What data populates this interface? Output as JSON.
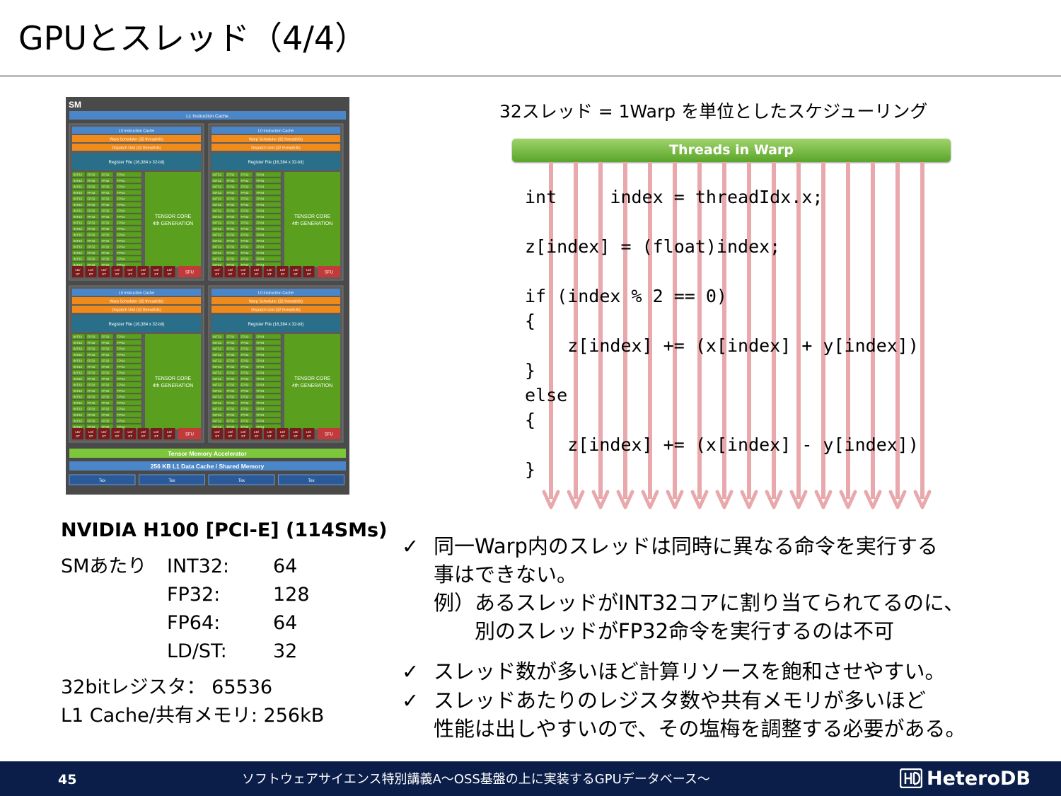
{
  "slide": {
    "title": "GPUとスレッド（4/4）",
    "page_number": "45",
    "footer_text": "ソフトウェアサイエンス特別講義A～OSS基盤の上に実装するGPUデータベース～",
    "logo_text": "HeteroDB"
  },
  "sm_diagram": {
    "header": "SM",
    "l1_icache": "L1 Instruction Cache",
    "l0_icache": "L0 Instruction Cache",
    "warp_scheduler": "Warp Scheduler (32 thread/clk)",
    "dispatch_unit": "Dispatch Unit (32 thread/clk)",
    "register_file": "Register File (16,384 x 32-bit)",
    "int32": "INT32",
    "fp32": "FP32",
    "fp64": "FP64",
    "tensor_core_line1": "TENSOR CORE",
    "tensor_core_line2": "4th GENERATION",
    "ldst_top": "LD/",
    "ldst_bottom": "ST",
    "sfu": "SFU",
    "tma": "Tensor Memory Accelerator",
    "l1_data_cache": "256 KB L1 Data Cache / Shared Memory",
    "tex": "Tex"
  },
  "warp": {
    "caption": "32スレッド = 1Warp を単位としたスケジューリング",
    "bar_label": "Threads in Warp",
    "arrow_color": "#e8a8ac",
    "code_lines": [
      "int     index = threadIdx.x;",
      "",
      "z[index] = (float)index;",
      "",
      "if (index % 2 == 0)",
      "{",
      "    z[index] += (x[index] + y[index])",
      "}",
      "else",
      "{",
      "    z[index] += (x[index] - y[index])",
      "}"
    ]
  },
  "specs": {
    "gpu_name": "NVIDIA H100 [PCI-E] (114SMs)",
    "per_sm_label": "SMあたり",
    "rows": [
      {
        "label": "INT32:",
        "value": "64"
      },
      {
        "label": "FP32:",
        "value": "128"
      },
      {
        "label": "FP64:",
        "value": "64"
      },
      {
        "label": "LD/ST:",
        "value": "32"
      }
    ],
    "registers": "32bitレジスタ： 65536",
    "l1_cache": "L1 Cache/共有メモリ: 256kB"
  },
  "bullets": [
    {
      "check": "✓",
      "lines": [
        "同一Warp内のスレッドは同時に異なる命令を実行する",
        "事はできない。",
        "例）あるスレッドがINT32コアに割り当てられてるのに、",
        "　　別のスレッドがFP32命令を実行するのは不可"
      ]
    },
    {
      "check": "✓",
      "lines": [
        "スレッド数が多いほど計算リソースを飽和させやすい。"
      ]
    },
    {
      "check": "✓",
      "lines": [
        "スレッドあたりのレジスタ数や共有メモリが多いほど",
        "性能は出しやすいので、その塩梅を調整する必要がある。"
      ]
    }
  ],
  "colors": {
    "footer_bg": "#0b1e4a",
    "sm_bg": "#4a4a4a",
    "core_green": "#5aa01e",
    "cache_blue": "#4a86c8",
    "scheduler_orange": "#f08a1a",
    "register_teal": "#2a6f8a",
    "ldst_red": "#7a1a1a",
    "sfu_red": "#c23a3a"
  }
}
